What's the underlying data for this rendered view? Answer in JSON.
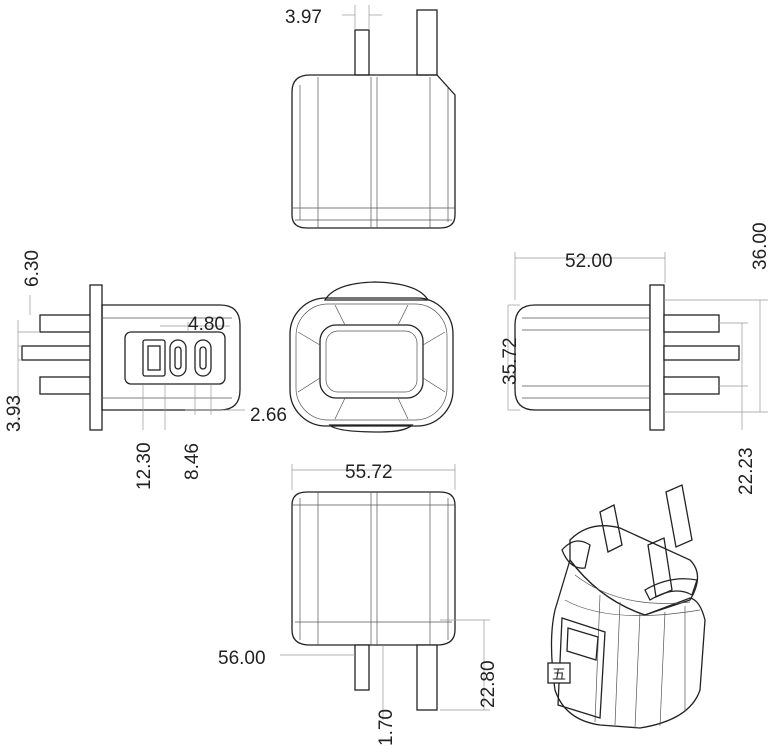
{
  "dimensions": {
    "d_3_97": "3.97",
    "d_6_30": "6.30",
    "d_4_80": "4.80",
    "d_3_93": "3.93",
    "d_12_30": "12.30",
    "d_8_46": "8.46",
    "d_2_66": "2.66",
    "d_52_00": "52.00",
    "d_36_00": "36.00",
    "d_35_72": "35.72",
    "d_22_23": "22.23",
    "d_55_72": "55.72",
    "d_56_00": "56.00",
    "d_22_80": "22.80",
    "d_1_70": "1.70"
  },
  "iso_glyph": "五"
}
